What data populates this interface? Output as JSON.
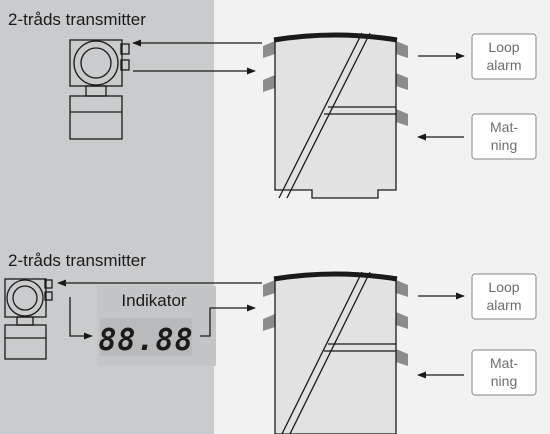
{
  "colors": {
    "left_panel": "#c9cbcd",
    "right_panel": "#f2f2f2",
    "stroke": "#1a1a1a",
    "module_face": "#e2e2e2",
    "module_tab": "#8c8c8c",
    "box_border": "#9a9a9a",
    "box_text": "#6e6e6e"
  },
  "top": {
    "transmitter_label": "2-tråds transmitter",
    "loop_alarm": [
      "Loop",
      "alarm"
    ],
    "matning": [
      "Mat-",
      "ning"
    ]
  },
  "bottom": {
    "transmitter_label": "2-tråds transmitter",
    "indicator_label": "Indikator",
    "indicator_display": "88.88",
    "loop_alarm": [
      "Loop",
      "alarm"
    ],
    "matning": [
      "Mat-",
      "ning"
    ]
  },
  "icons": [
    "transmitter-icon",
    "indicator-display-icon",
    "isolator-module-icon",
    "arrow-icon"
  ]
}
